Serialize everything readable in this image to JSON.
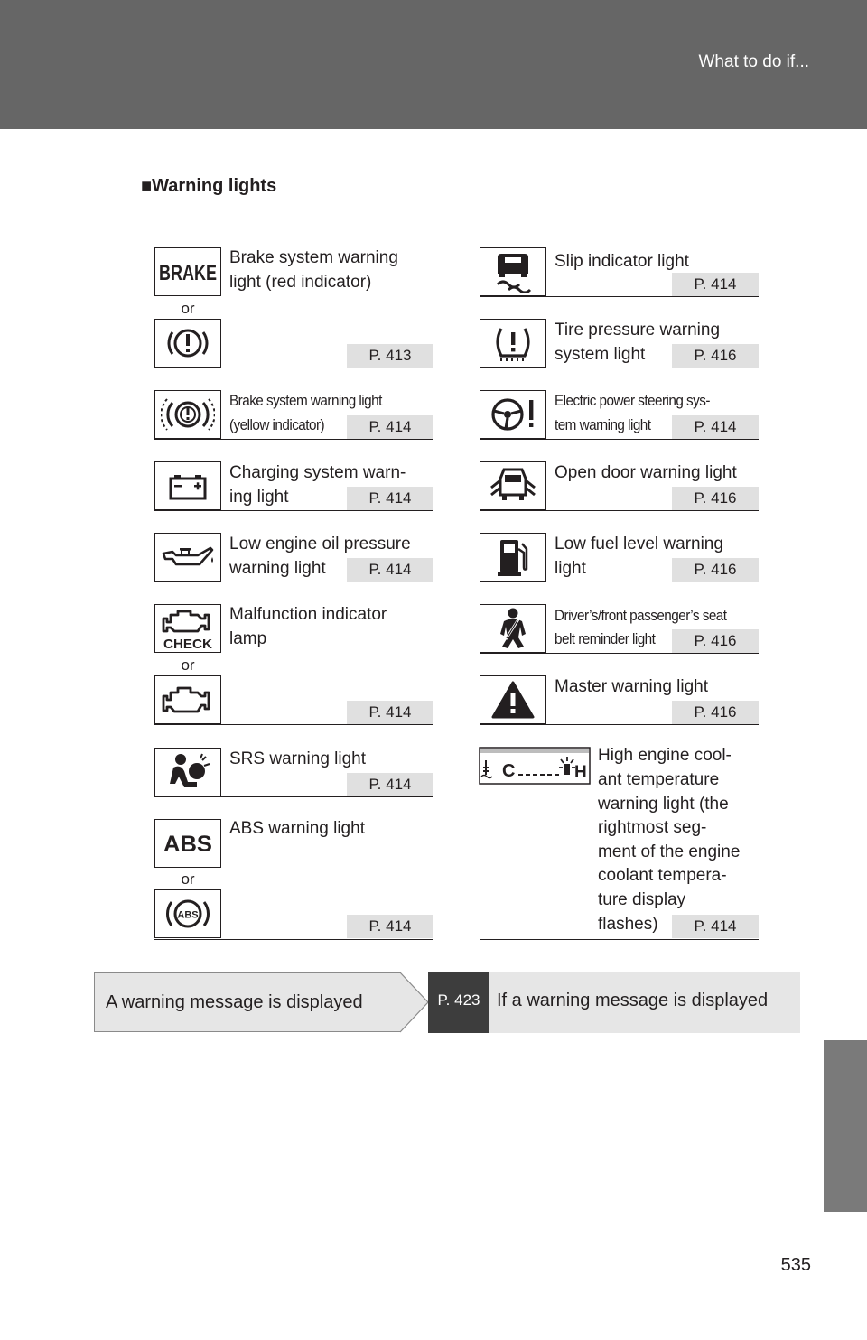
{
  "header": {
    "title": "What to do if..."
  },
  "section": {
    "title": "■Warning lights"
  },
  "or_text": "or",
  "left_items": [
    {
      "label_line1": "Brake system warning",
      "label_line2": "light (red indicator)",
      "page": "P. 413",
      "icons": [
        "brake-text-icon",
        "brake-circle-exclamation-icon"
      ]
    },
    {
      "label_line1": "Brake system warning light",
      "label_line2": "(yellow indicator)",
      "page": "P. 414",
      "icons": [
        "brake-yellow-icon"
      ]
    },
    {
      "label_line1": "Charging system warn-",
      "label_line2": "ing light",
      "page": "P. 414",
      "icons": [
        "battery-icon"
      ]
    },
    {
      "label_line1": "Low engine oil pressure",
      "label_line2": "warning light",
      "page": "P. 414",
      "icons": [
        "oil-can-icon"
      ]
    },
    {
      "label_line1": "Malfunction indicator",
      "label_line2": "lamp",
      "page": "P. 414",
      "icons": [
        "engine-check-icon",
        "engine-icon"
      ]
    },
    {
      "label_line1": "SRS warning light",
      "label_line2": "",
      "page": "P. 414",
      "icons": [
        "airbag-icon"
      ]
    },
    {
      "label_line1": "ABS warning light",
      "label_line2": "",
      "page": "P. 414",
      "icons": [
        "abs-text-icon",
        "abs-circle-icon"
      ]
    }
  ],
  "right_items": [
    {
      "label_line1": "Slip indicator light",
      "label_line2": "",
      "page": "P. 414",
      "icons": [
        "slip-indicator-icon"
      ]
    },
    {
      "label_line1": "Tire pressure warning",
      "label_line2": "system light",
      "page": "P. 416",
      "icons": [
        "tire-pressure-icon"
      ]
    },
    {
      "label_line1": "Electric power steering sys-",
      "label_line2": "tem warning light",
      "page": "P. 414",
      "icons": [
        "steering-wheel-icon"
      ]
    },
    {
      "label_line1": "Open door warning light",
      "label_line2": "",
      "page": "P. 416",
      "icons": [
        "open-door-icon"
      ]
    },
    {
      "label_line1": "Low fuel level warning",
      "label_line2": "light",
      "page": "P. 416",
      "icons": [
        "fuel-pump-icon"
      ]
    },
    {
      "label_line1": "Driver’s/front passenger’s seat",
      "label_line2": "belt reminder light",
      "page": "P. 416",
      "icons": [
        "seat-belt-icon"
      ]
    },
    {
      "label_line1": "Master warning light",
      "label_line2": "",
      "page": "P. 416",
      "icons": [
        "master-warning-icon"
      ]
    },
    {
      "label_lines": [
        "High engine cool-",
        "ant temperature",
        "warning light (the",
        "rightmost seg-",
        "ment of the engine",
        "coolant tempera-",
        "ture display",
        "flashes)"
      ],
      "page": "P. 414",
      "icons": [
        "coolant-temperature-gauge-icon"
      ]
    }
  ],
  "message": {
    "left": "A warning message is displayed",
    "ref": "P. 423",
    "right": "If a warning message is displayed"
  },
  "page_number": "535"
}
